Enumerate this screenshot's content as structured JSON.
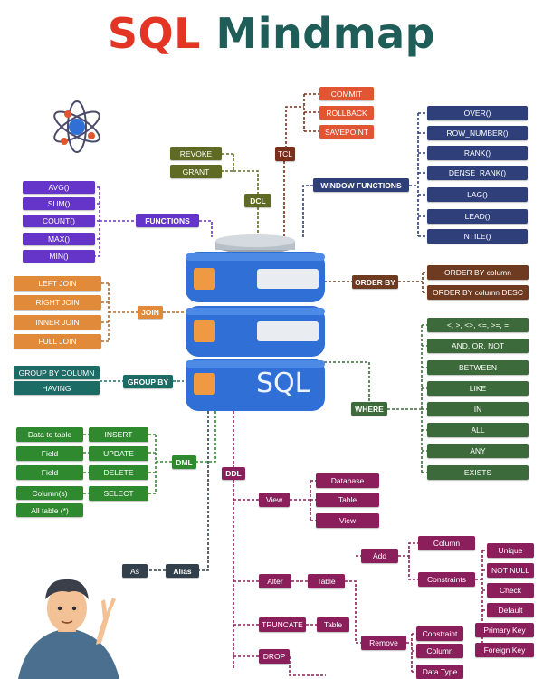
{
  "title": {
    "part1": "SQL",
    "part2": "Mindmap"
  },
  "colors": {
    "red": "#e05532",
    "olive": "#5f6b24",
    "navy": "#2f3f7a",
    "purple": "#6535c9",
    "orange": "#e08a3a",
    "brown": "#6e3a20",
    "teal": "#1d6b65",
    "green": "#2f8a2f",
    "darkgreen": "#3d6a3a",
    "magenta": "#8a1f5c",
    "dark": "#31404a"
  },
  "database": {
    "label": "SQL"
  },
  "tcl": {
    "label": "TCL",
    "items": [
      "COMMIT",
      "ROLLBACK",
      "SAVEPOINT"
    ]
  },
  "dcl": {
    "label": "DCL",
    "items": [
      "REVOKE",
      "GRANT"
    ]
  },
  "window_functions": {
    "label": "WINDOW FUNCTIONS",
    "items": [
      "OVER()",
      "ROW_NUMBER()",
      "RANK()",
      "DENSE_RANK()",
      "LAG()",
      "LEAD()",
      "NTILE()"
    ]
  },
  "functions": {
    "label": "FUNCTIONS",
    "items": [
      "AVG()",
      "SUM()",
      "COUNT()",
      "MAX()",
      "MIN()"
    ]
  },
  "join": {
    "label": "JOIN",
    "items": [
      "LEFT JOIN",
      "RIGHT JOIN",
      "INNER JOIN",
      "FULL JOIN"
    ]
  },
  "order_by": {
    "label": "ORDER BY",
    "items": [
      "ORDER BY column",
      "ORDER BY column DESC"
    ]
  },
  "group_by": {
    "label": "GROUP BY",
    "items": [
      "GROUP BY COLUMN",
      "HAVING"
    ]
  },
  "where": {
    "label": "WHERE",
    "items": [
      "<, >, <>, <=, >=, =",
      "AND, OR, NOT",
      "BETWEEN",
      "LIKE",
      "IN",
      "ALL",
      "ANY",
      "EXISTS"
    ]
  },
  "dml": {
    "label": "DML",
    "commands": [
      "INSERT",
      "UPDATE",
      "DELETE",
      "SELECT"
    ],
    "targets": [
      "Data to table",
      "Field",
      "Field",
      "Column(s)",
      "All table (*)"
    ]
  },
  "ddl": {
    "label": "DDL",
    "view": "View",
    "view_items": [
      "Database",
      "Table",
      "View"
    ],
    "alter": "Alter",
    "alter_table": "Table",
    "add": "Add",
    "add_column": "Column",
    "constraints": "Constraints",
    "constraint_items": [
      "Unique",
      "NOT NULL",
      "Check",
      "Default",
      "Primary Key",
      "Foreign Key"
    ],
    "remove": "Remove",
    "remove_items": [
      "Constraint",
      "Column"
    ],
    "data_type": "Data Type",
    "truncate": "TRUNCATE",
    "truncate_table": "Table",
    "drop": "DROP"
  },
  "alias": {
    "label": "Alias",
    "as": "As"
  }
}
